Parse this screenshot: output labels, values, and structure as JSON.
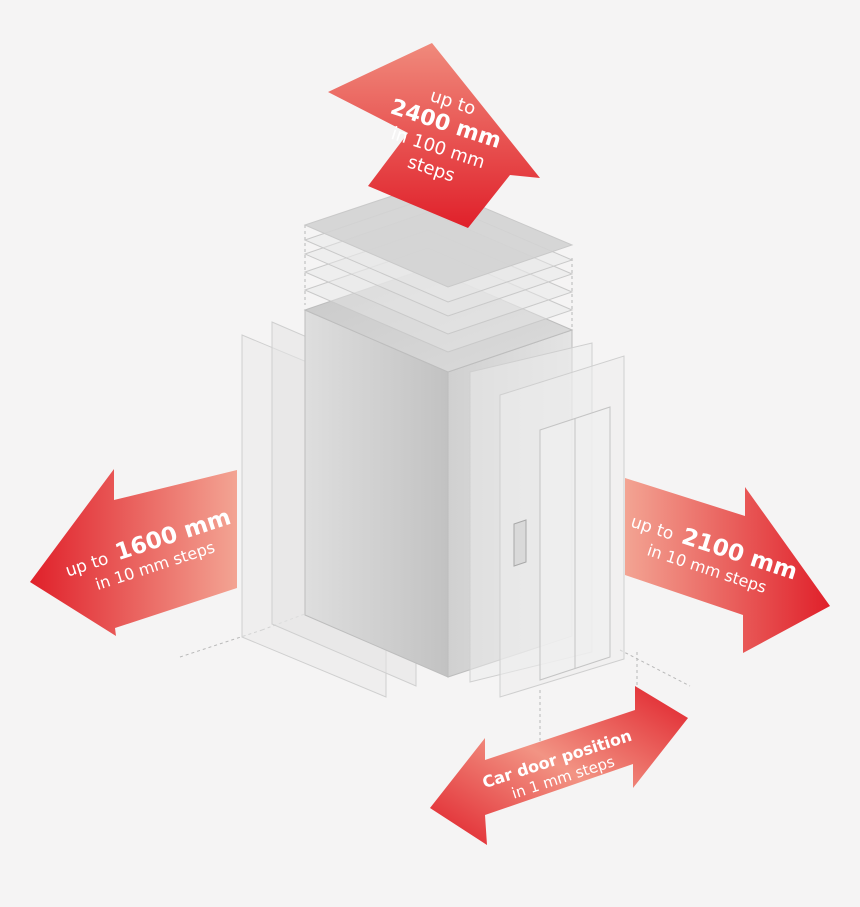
{
  "colors": {
    "arrow_dark": "#e0202a",
    "arrow_light": "#f3a493",
    "background": "#f5f4f4",
    "car_side_light": "#d6d6d6",
    "car_side_dark": "#bdbdbd",
    "car_top": "#cfcfcf"
  },
  "icons": {
    "height": "arrow-up-icon",
    "width": "arrow-left-icon",
    "depth": "arrow-right-icon",
    "door": "double-arrow-icon"
  },
  "height_arrow": {
    "prefix": "up to",
    "value": "2400 mm",
    "step_line1": "in 100 mm",
    "step_line2": "steps"
  },
  "width_arrow": {
    "prefix": "up to",
    "value": "1600 mm",
    "step": "in 10 mm steps"
  },
  "depth_arrow": {
    "prefix": "up to",
    "value": "2100 mm",
    "step": "in 10 mm steps"
  },
  "door_arrow": {
    "title": "Car door position",
    "step": "in 1 mm steps"
  }
}
